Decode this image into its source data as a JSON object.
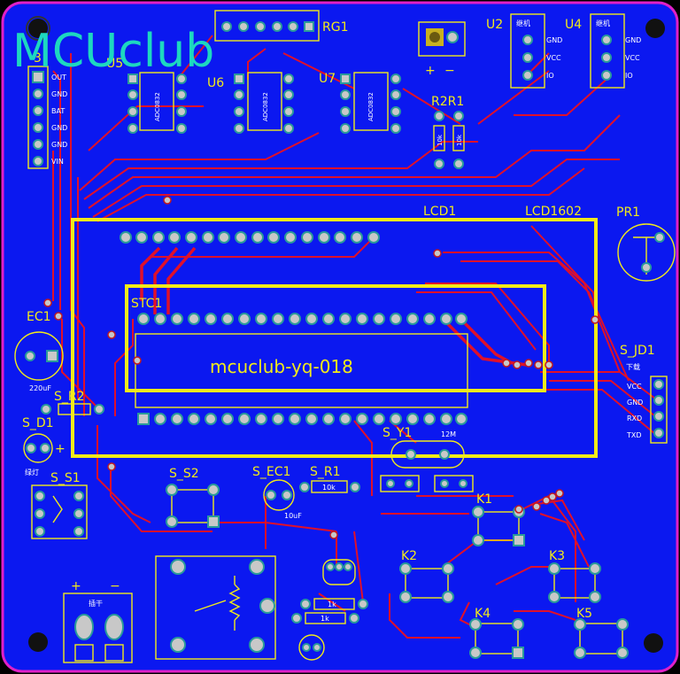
{
  "board": {
    "background": "#0b18f0",
    "outline": "#e020c8"
  },
  "watermark": "MCUclub",
  "silkscreen_color": "#f2ea1a",
  "labels": {
    "rg1": "RG1",
    "j3": "3",
    "u5": "U5",
    "u6": "U6",
    "u7": "U7",
    "u2": "U2",
    "u4": "U4",
    "r2r1": "R2R1",
    "lcd1": "LCD1",
    "lcd1602": "LCD1602",
    "pr1": "PR1",
    "stc1": "STC1",
    "ec1": "EC1",
    "s_r2": "S_R2",
    "s_d1": "S_D1",
    "s_s1": "S_S1",
    "s_s2": "S_S2",
    "s_ec1": "S_EC1",
    "s_r1": "S_R1",
    "s_y1": "S_Y1",
    "s_jd1": "S_JD1",
    "k1": "K1",
    "k2": "K2",
    "k3": "K3",
    "k4": "K4",
    "k5": "K5",
    "board_name": "mcuclub-yq-018"
  },
  "j3_pins": [
    "OUT",
    "GND",
    "BAT",
    "GND",
    "GND",
    "VIN"
  ],
  "jd1_pins": [
    "下载",
    "VCC",
    "GND",
    "RXD",
    "TXD"
  ],
  "u2_pins": [
    "GND",
    "VCC",
    "IO"
  ],
  "u4_pins": [
    "GND",
    "VCC",
    "IO"
  ],
  "u2_title": "继机",
  "u4_title": "继机",
  "chip_text": "ADC0832",
  "r_values": {
    "r1": "10k",
    "r2": "10k",
    "s_r1": "10k",
    "small1": "1k",
    "small2": "1k"
  },
  "misc": {
    "cap_ec1": "220uF",
    "cap_sec1": "10uF",
    "xtal": "12M",
    "plus": "+",
    "minus": "−",
    "plus2": "+",
    "d1_caption": "绿灯",
    "dc_caption": "插干",
    "ldr_plus": "+"
  }
}
